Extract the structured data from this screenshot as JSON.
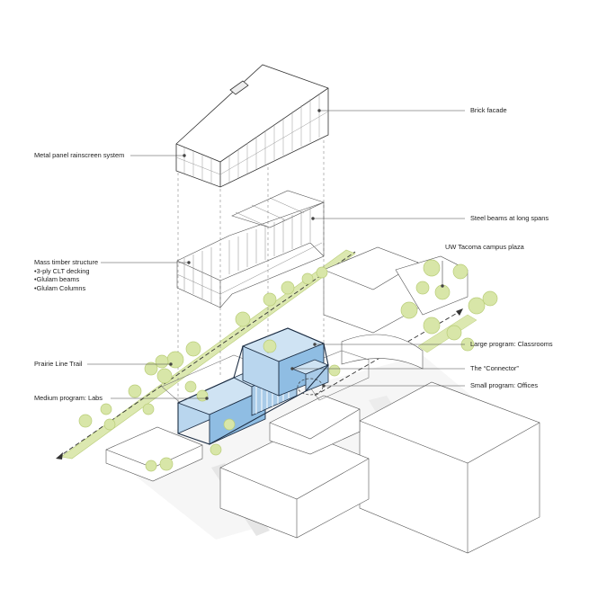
{
  "colors": {
    "line": "#333333",
    "light_line": "#bbbbbb",
    "tree_fill": "#d8e6a8",
    "tree_stroke": "#b9cd78",
    "trail": "#dce8b0",
    "program_fill": "#b9d6ee",
    "program_dark": "#8fbde3",
    "shadow": "#e8e8e8"
  },
  "annotations": {
    "brick_facade": "Brick facade",
    "metal_panel": "Metal panel rainscreen system",
    "steel_beams": "Steel beams at long spans",
    "mass_timber_title": "Mass timber structure",
    "mass_timber_items": [
      "•3-ply CLT decking",
      "•Glulam beams",
      "•Glulam Columns"
    ],
    "uw_plaza": "UW Tacoma campus plaza",
    "large_program": "Large program: Classrooms",
    "prairie_trail": "Prairie Line Trail",
    "connector": "The “Connector”",
    "small_program": "Small program: Offices",
    "medium_program": "Medium program: Labs"
  }
}
